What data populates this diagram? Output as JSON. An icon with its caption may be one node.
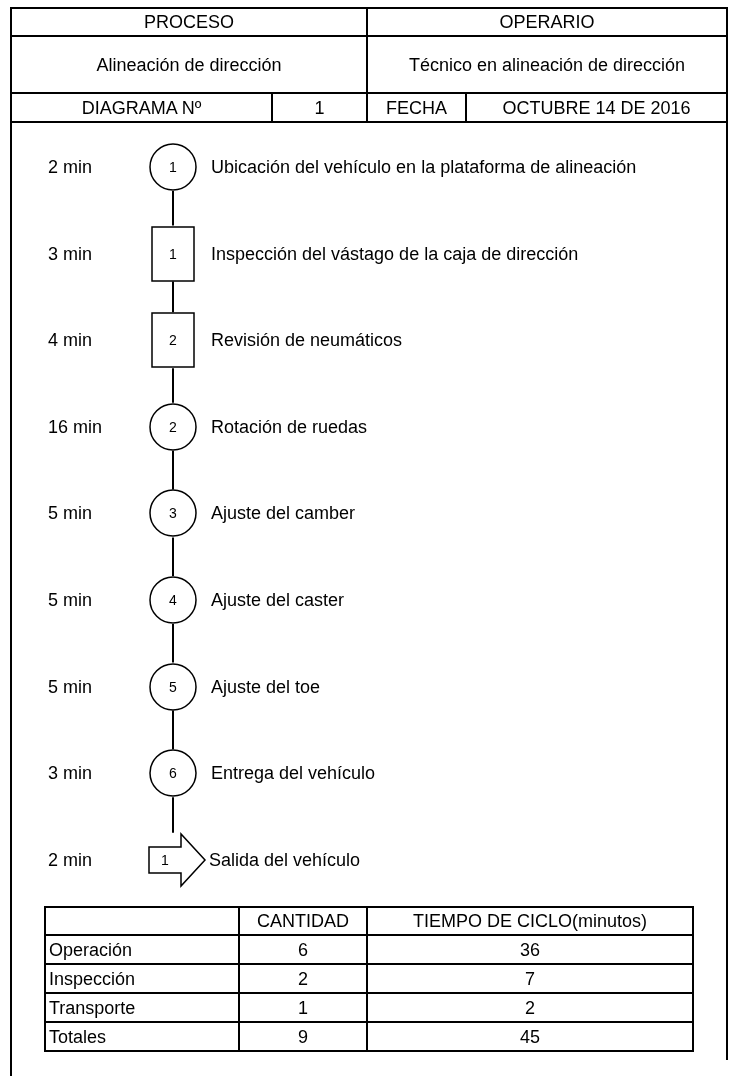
{
  "diagram": {
    "nodes": [
      {
        "text": [
          "1"
        ],
        "beside": [
          "2 min",
          "Ubicación del vehículo en la plataforma de alineación"
        ]
      },
      {
        "text": [
          "1"
        ],
        "beside": [
          "3 min",
          "Inspección del vástago de la caja de dirección"
        ]
      },
      {
        "text": [
          "2"
        ],
        "beside": [
          "4 min",
          "Revisión de neumáticos"
        ]
      },
      {
        "text": [
          "2"
        ],
        "beside": [
          "16 min",
          "Rotación de ruedas"
        ]
      },
      {
        "text": [
          "3"
        ],
        "beside": [
          "5 min",
          "Ajuste del camber"
        ]
      },
      {
        "text": [
          "4"
        ],
        "beside": [
          "5 min",
          "Ajuste del caster"
        ]
      },
      {
        "text": [
          "5"
        ],
        "beside": [
          "5 min",
          "Ajuste del toe"
        ]
      },
      {
        "text": [
          "6"
        ],
        "beside": [
          "3 min",
          "Entrega del vehículo"
        ]
      },
      {
        "text": [
          "1"
        ],
        "beside": [
          "2 min",
          "Salida del vehículo"
        ]
      }
    ],
    "edges": [
      {
        "from": 0,
        "to": 1,
        "arrow": "none"
      },
      {
        "from": 1,
        "to": 2,
        "arrow": "none"
      },
      {
        "from": 2,
        "to": 3,
        "arrow": "none"
      },
      {
        "from": 3,
        "to": 4,
        "arrow": "none"
      },
      {
        "from": 4,
        "to": 5,
        "arrow": "none"
      },
      {
        "from": 5,
        "to": 6,
        "arrow": "none"
      },
      {
        "from": 6,
        "to": 7,
        "arrow": "none"
      },
      {
        "from": 7,
        "to": 8,
        "arrow": "none"
      }
    ],
    "labels": [
      "PROCESO",
      "OPERARIO",
      "Alineación de dirección",
      "Técnico en alineación de dirección",
      "DIAGRAMA Nº",
      "1",
      "FECHA",
      "OCTUBRE 14 DE 2016",
      "CANTIDAD",
      "TIEMPO DE CICLO(minutos)",
      "Operación",
      "6",
      "36",
      "Inspección",
      "2",
      "7",
      "Transporte",
      "1",
      "2",
      "Totales",
      "9",
      "45"
    ]
  }
}
